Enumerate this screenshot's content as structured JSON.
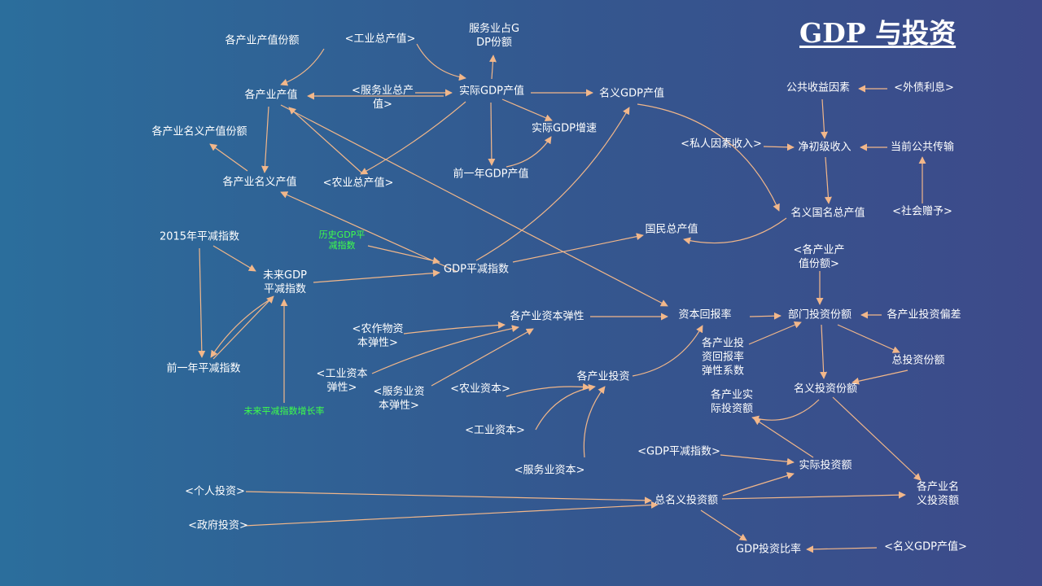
{
  "title": "GDP 与投资",
  "colors": {
    "node_text": "#ffffff",
    "green_text": "#3dff4a",
    "arrow": "#f2b78a"
  },
  "nodes": {
    "n1": [
      "各产业产值份额"
    ],
    "n2": [
      "<工业总产值>"
    ],
    "n3": [
      "服务业占G",
      "DP份额"
    ],
    "n4": [
      "各产业产值"
    ],
    "n5": [
      "<服务业总产",
      "值>"
    ],
    "n6": [
      "实际GDP产值"
    ],
    "n7": [
      "名义GDP产值"
    ],
    "n8": [
      "各产业名义产值份额"
    ],
    "n9": [
      "实际GDP增速"
    ],
    "n10": [
      "前一年GDP产值"
    ],
    "n11": [
      "各产业名义产值"
    ],
    "n12": [
      "<农业总产值>"
    ],
    "n13": [
      "公共收益因素"
    ],
    "n14": [
      "<外债利息>"
    ],
    "n15": [
      "<私人因素收入>"
    ],
    "n16": [
      "净初级收入"
    ],
    "n17": [
      "当前公共传输"
    ],
    "n18": [
      "名义国名总产值"
    ],
    "n19": [
      "<社会赠予>"
    ],
    "n20": [
      "国民总产值"
    ],
    "n21": [
      "2015年平减指数"
    ],
    "n22": [
      "历史GDP平",
      "减指数"
    ],
    "n23": [
      "未来GDP",
      "平减指数"
    ],
    "n24": [
      "GDP平减指数"
    ],
    "n25": [
      "<各产业产",
      "值份额>"
    ],
    "n26": [
      "各产业资本弹性"
    ],
    "n27": [
      "资本回报率"
    ],
    "n28": [
      "部门投资份额"
    ],
    "n29": [
      "各产业投资偏差"
    ],
    "n30": [
      "<农作物资",
      "本弹性>"
    ],
    "n31": [
      "各产业投",
      "资回报率",
      "弹性系数"
    ],
    "n32": [
      "总投资份额"
    ],
    "n33": [
      "前一年平减指数"
    ],
    "n34": [
      "<工业资本",
      "弹性>"
    ],
    "n35": [
      "各产业投资"
    ],
    "n36": [
      "名义投资份额"
    ],
    "n37": [
      "<服务业资",
      "本弹性>"
    ],
    "n38": [
      "<农业资本>"
    ],
    "n39": [
      "各产业实",
      "际投资额"
    ],
    "n40": [
      "未来平减指数增长率"
    ],
    "n41": [
      "<工业资本>"
    ],
    "n42": [
      "<GDP平减指数>"
    ],
    "n43": [
      "实际投资额"
    ],
    "n44": [
      "<服务业资本>"
    ],
    "n45": [
      "<个人投资>"
    ],
    "n46": [
      "总名义投资额"
    ],
    "n47": [
      "各产业名",
      "义投资额"
    ],
    "n48": [
      "<政府投资>"
    ],
    "n49": [
      "GDP投资比率"
    ],
    "n50": [
      "<名义GDP产值>"
    ]
  }
}
